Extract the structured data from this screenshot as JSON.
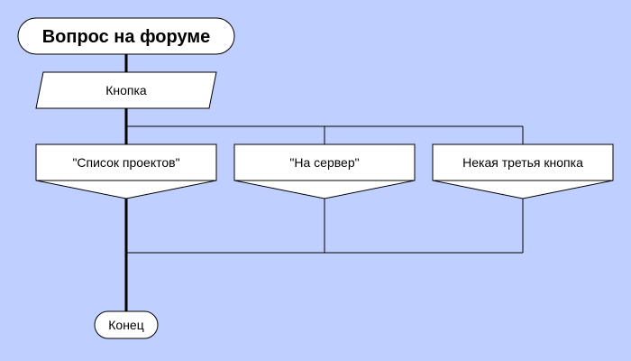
{
  "title": "Вопрос на форуме",
  "switch_label": "Кнопка",
  "cases": [
    "\"Список проектов\"",
    "\"На сервер\"",
    "Некая третья кнопка"
  ],
  "end_label": "Конец",
  "colors": {
    "background": "#bfcfff",
    "shape_fill": "#ffffff",
    "line": "#000000"
  }
}
